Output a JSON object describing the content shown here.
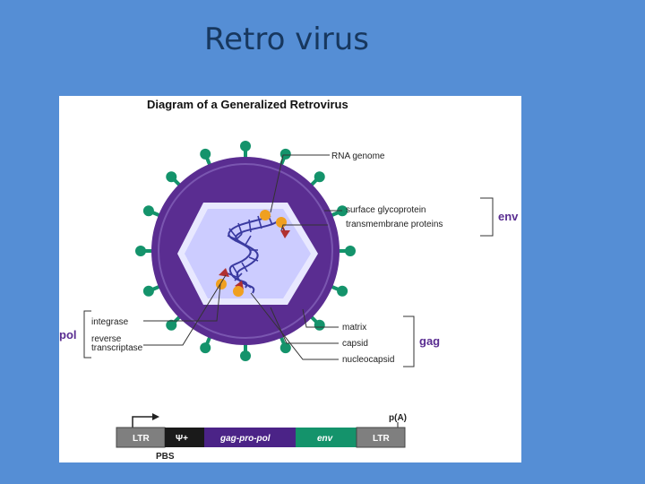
{
  "slide": {
    "title": "Retro virus"
  },
  "diagram": {
    "title": "Diagram of a Generalized Retrovirus",
    "labels": {
      "rna_genome": "RNA genome",
      "surface_glycoprotein": "surface glycoprotein",
      "transmembrane_proteins": "transmembrane proteins",
      "integrase": "integrase",
      "reverse": "reverse",
      "transcriptase": "transcriptase",
      "matrix": "matrix",
      "capsid": "capsid",
      "nucleocapsid": "nucleocapsid"
    },
    "groups": {
      "env": "env",
      "pol": "pol",
      "gag": "gag"
    },
    "genome_map": {
      "segments": [
        "LTR",
        "Ψ+",
        "gag-pro-pol",
        "env",
        "LTR"
      ],
      "polyA": "p(A)",
      "pbs": "PBS"
    },
    "colors": {
      "envelope": "#5a2d91",
      "capsid_fill": "#ccccff",
      "spike": "#14936b",
      "protein": "#f0a020",
      "rna": "#3a3aa0"
    }
  }
}
